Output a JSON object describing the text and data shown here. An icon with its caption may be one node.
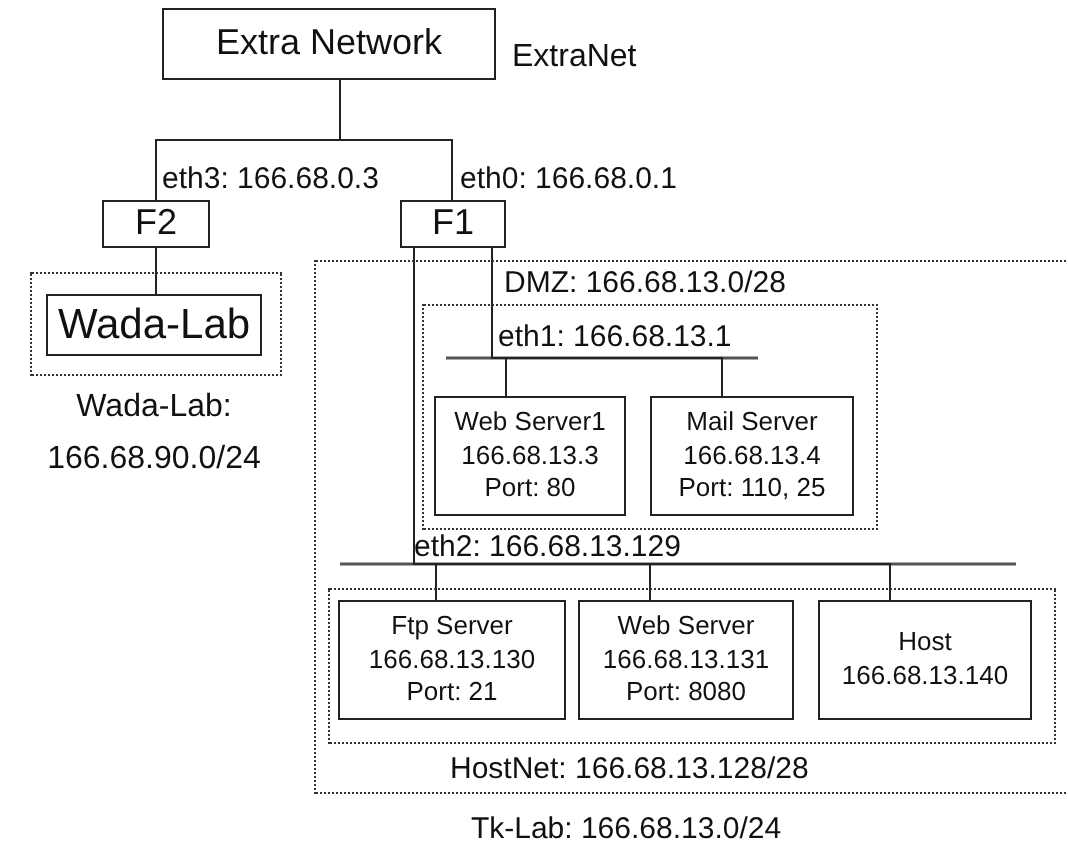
{
  "diagram": {
    "nodes": [
      {
        "text": [
          "Extra Network"
        ],
        "beside": [
          "ExtraNet"
        ]
      },
      {
        "text": [
          "F2"
        ]
      },
      {
        "text": [
          "F1"
        ]
      },
      {
        "text": [],
        "shape": "box",
        "beside": [
          "Wada-Lab: 166.68.90.0/24"
        ]
      },
      {
        "text": [
          "Wada-Lab"
        ],
        "in": 3
      },
      {
        "text": [
          "Tk-Lab: 166.68.13.0/24"
        ]
      },
      {
        "text": [
          "DMZ: 166.68.13.0/28"
        ],
        "in": 5
      },
      {
        "text": [
          "Web Server1",
          "166.68.13.3",
          "Port: 80"
        ],
        "in": 6
      },
      {
        "text": [
          "Mail Server",
          "166.68.13.4",
          "Port: 110, 25"
        ],
        "in": 6
      },
      {
        "text": [
          "HostNet: 166.68.13.128/28"
        ],
        "in": 5
      },
      {
        "text": [
          "Ftp Server",
          "166.68.13.130",
          "Port: 21"
        ],
        "in": 9
      },
      {
        "text": [
          "Web Server",
          "166.68.13.131",
          "Port: 8080"
        ],
        "in": 9
      },
      {
        "text": [
          "Host",
          "166.68.13.140"
        ],
        "in": 9
      }
    ],
    "edges": [
      {
        "from": 0,
        "to": 1,
        "arrow": "none"
      },
      {
        "from": 0,
        "to": 2,
        "arrow": "none"
      },
      {
        "from": 1,
        "to": 4,
        "arrow": "none"
      },
      {
        "from": 2,
        "to": 7,
        "arrow": "none"
      },
      {
        "from": 2,
        "to": 8,
        "arrow": "none"
      },
      {
        "from": 2,
        "to": 10,
        "arrow": "none"
      },
      {
        "from": 2,
        "to": 11,
        "arrow": "none"
      },
      {
        "from": 2,
        "to": 12,
        "arrow": "none"
      }
    ],
    "labels": [
      "eth3: 166.68.0.3",
      "eth0: 166.68.0.1",
      "eth1: 166.68.13.1",
      "eth2: 166.68.13.129"
    ]
  }
}
